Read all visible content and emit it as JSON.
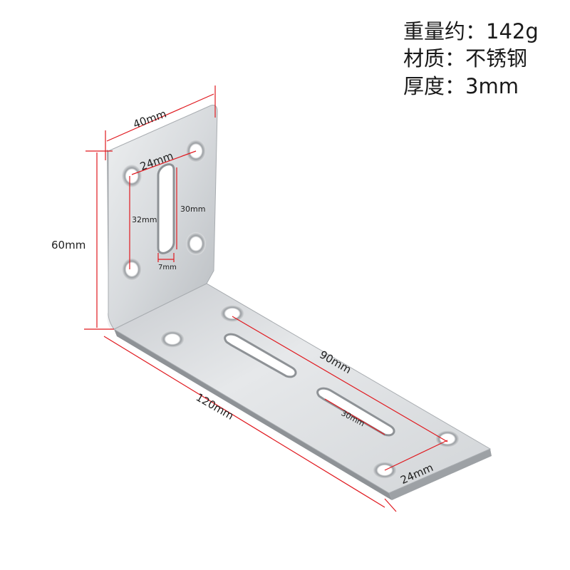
{
  "specs": {
    "weight": "重量约：142g",
    "material": "材质：不锈钢",
    "thickness": "厚度：3mm"
  },
  "dimensions": {
    "top_width": "40mm",
    "hole_spacing_top": "24mm",
    "height": "60mm",
    "hole_spacing_vertical": "32mm",
    "slot_length_vertical": "30mm",
    "slot_width": "7mm",
    "base_length": "120mm",
    "hole_spacing_horizontal": "90mm",
    "slot_length_horizontal": "30mm",
    "hole_spacing_bottom": "24mm"
  },
  "colors": {
    "dimension_line": "#e0191f",
    "steel_light": "#e4e6e8",
    "steel_mid": "#c6c9cc",
    "steel_dark": "#8e9296"
  }
}
